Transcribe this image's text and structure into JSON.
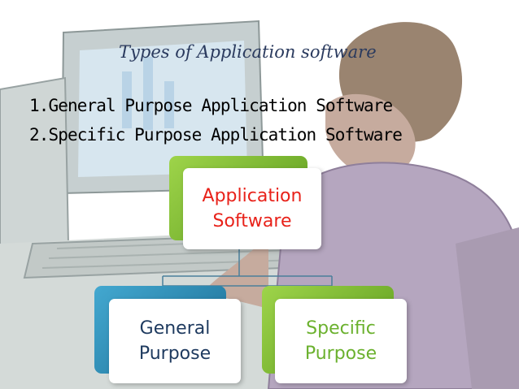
{
  "slide": {
    "title": "Types of Application software",
    "items": [
      "1.General Purpose Application Software",
      "2.Specific Purpose Application Software"
    ]
  },
  "diagram": {
    "root": {
      "line1": "Application",
      "line2": "Software"
    },
    "children": [
      {
        "line1": "General",
        "line2": "Purpose"
      },
      {
        "line1": "Specific",
        "line2": "Purpose"
      }
    ]
  },
  "colors": {
    "root_text": "#e8221a",
    "general_text": "#1e3a5f",
    "specific_text": "#6bb12e",
    "green_accent": "#7fc02c",
    "blue_accent": "#2a8cb6",
    "title_text": "#2a3a5e"
  },
  "icons": {
    "background": "computer-user-clipart"
  }
}
